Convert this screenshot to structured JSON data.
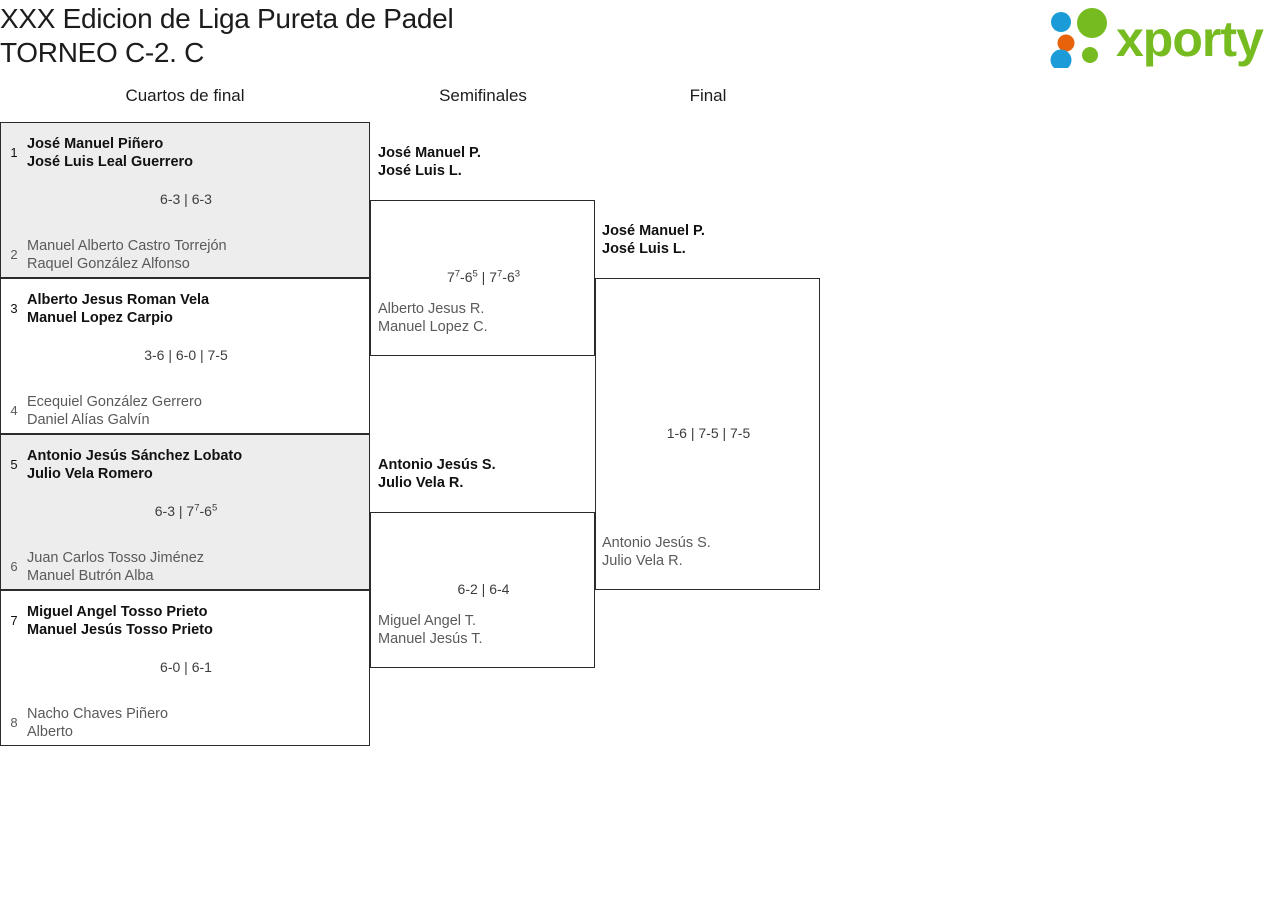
{
  "header": {
    "title_line1": "XXX Edicion de Liga Pureta de Padel",
    "title_line2": "TORNEO C-2. C",
    "logo_text": "xporty",
    "logo_colors": {
      "green": "#76bc21",
      "blue": "#1b9cd8",
      "orange": "#e8620c"
    }
  },
  "rounds": [
    {
      "label": "Cuartos de final"
    },
    {
      "label": "Semifinales"
    },
    {
      "label": "Final"
    }
  ],
  "quarterfinals": [
    {
      "score": "6-3 | 6-3",
      "top": {
        "seed": "1",
        "player1": "José Manuel Piñero",
        "player2": "José Luis Leal Guerrero",
        "result": "winner"
      },
      "bottom": {
        "seed": "2",
        "player1": "Manuel Alberto Castro Torrejón",
        "player2": "Raquel González Alfonso",
        "result": "loser"
      }
    },
    {
      "score": "3-6 | 6-0 | 7-5",
      "top": {
        "seed": "3",
        "player1": "Alberto Jesus Roman Vela",
        "player2": "Manuel Lopez Carpio",
        "result": "winner"
      },
      "bottom": {
        "seed": "4",
        "player1": "Ecequiel González Gerrero",
        "player2": "Daniel Alías Galvín",
        "result": "loser"
      }
    },
    {
      "score_parts": [
        "6-3 | 7",
        "7",
        "-6",
        "5"
      ],
      "score": "6-3 | 7⁷-6⁵",
      "top": {
        "seed": "5",
        "player1": "Antonio Jesús Sánchez Lobato",
        "player2": "Julio Vela Romero",
        "result": "winner"
      },
      "bottom": {
        "seed": "6",
        "player1": "Juan Carlos Tosso Jiménez",
        "player2": "Manuel Butrón Alba",
        "result": "loser"
      }
    },
    {
      "score": "6-0 | 6-1",
      "top": {
        "seed": "7",
        "player1": "Miguel Angel Tosso Prieto",
        "player2": "Manuel Jesús Tosso Prieto",
        "result": "winner"
      },
      "bottom": {
        "seed": "8",
        "player1": "Nacho Chaves Piñero",
        "player2": "Alberto",
        "result": "loser"
      }
    }
  ],
  "semifinals": [
    {
      "score": "7⁷-6⁵ | 7⁷-6³",
      "top": {
        "player1": "José Manuel P.",
        "player2": "José Luis L.",
        "result": "winner"
      },
      "bottom": {
        "player1": "Alberto Jesus R.",
        "player2": "Manuel Lopez C.",
        "result": "loser"
      }
    },
    {
      "score": "6-2 | 6-4",
      "top": {
        "player1": "Antonio Jesús S.",
        "player2": "Julio Vela R.",
        "result": "winner"
      },
      "bottom": {
        "player1": "Miguel Angel T.",
        "player2": "Manuel Jesús T.",
        "result": "loser"
      }
    }
  ],
  "final": {
    "score": "1-6 | 7-5 | 7-5",
    "top": {
      "player1": "José Manuel P.",
      "player2": "José Luis L.",
      "result": "winner"
    },
    "bottom": {
      "player1": "Antonio Jesús S.",
      "player2": "Julio Vela R.",
      "result": "loser"
    }
  }
}
